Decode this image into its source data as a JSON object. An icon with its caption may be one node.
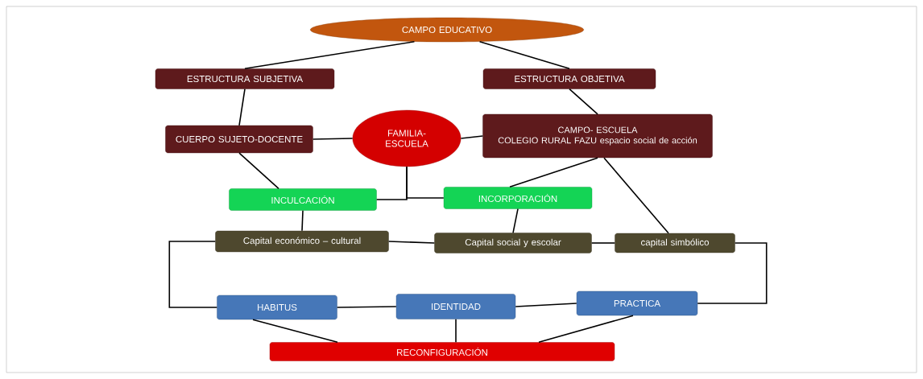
{
  "diagram": {
    "nodes": [
      {
        "text": [
          "CAMPO EDUCATIVO"
        ]
      },
      {
        "text": [
          "ESTRUCTURA SUBJETIVA"
        ]
      },
      {
        "text": [
          "ESTRUCTURA OBJETIVA"
        ]
      },
      {
        "text": [
          "CUERPO SUJETO-DOCENTE"
        ]
      },
      {
        "text": [
          "FAMILIA- ESCUELA"
        ]
      },
      {
        "text": [
          "CAMPO- ESCUELA",
          "COLEGIO RURAL FAZU espacio social de acción"
        ]
      },
      {
        "text": [
          "INCULCACIÓN"
        ]
      },
      {
        "text": [
          "INCORPORACIÓN"
        ]
      },
      {
        "text": [
          "Capital económico – cultural"
        ]
      },
      {
        "text": [
          "Capital social y escolar"
        ]
      },
      {
        "text": [
          "capital simbólico"
        ]
      },
      {
        "text": [
          "HABITUS"
        ]
      },
      {
        "text": [
          "IDENTIDAD"
        ]
      },
      {
        "text": [
          "PRACTICA"
        ]
      },
      {
        "text": [
          "RECONFIGURACIÓN"
        ]
      }
    ],
    "edges": [
      {
        "from": 0,
        "to": 1,
        "arrow": "none"
      },
      {
        "from": 0,
        "to": 2,
        "arrow": "none"
      },
      {
        "from": 1,
        "to": 3,
        "arrow": "none"
      },
      {
        "from": 2,
        "to": 5,
        "arrow": "none"
      },
      {
        "from": 3,
        "to": 4,
        "arrow": "none"
      },
      {
        "from": 4,
        "to": 5,
        "arrow": "none"
      },
      {
        "from": 3,
        "to": 6,
        "arrow": "none"
      },
      {
        "from": 4,
        "to": 6,
        "arrow": "none"
      },
      {
        "from": 4,
        "to": 7,
        "arrow": "none"
      },
      {
        "from": 5,
        "to": 7,
        "arrow": "none"
      },
      {
        "from": 5,
        "to": 10,
        "arrow": "none"
      },
      {
        "from": 6,
        "to": 8,
        "arrow": "none"
      },
      {
        "from": 7,
        "to": 9,
        "arrow": "none"
      },
      {
        "from": 8,
        "to": 9,
        "arrow": "none"
      },
      {
        "from": 9,
        "to": 10,
        "arrow": "none"
      },
      {
        "from": 8,
        "to": 11,
        "arrow": "none"
      },
      {
        "from": 10,
        "to": 13,
        "arrow": "none"
      },
      {
        "from": 11,
        "to": 12,
        "arrow": "none"
      },
      {
        "from": 12,
        "to": 13,
        "arrow": "none"
      },
      {
        "from": 11,
        "to": 14,
        "arrow": "none"
      },
      {
        "from": 12,
        "to": 14,
        "arrow": "none"
      },
      {
        "from": 13,
        "to": 14,
        "arrow": "none"
      }
    ]
  }
}
